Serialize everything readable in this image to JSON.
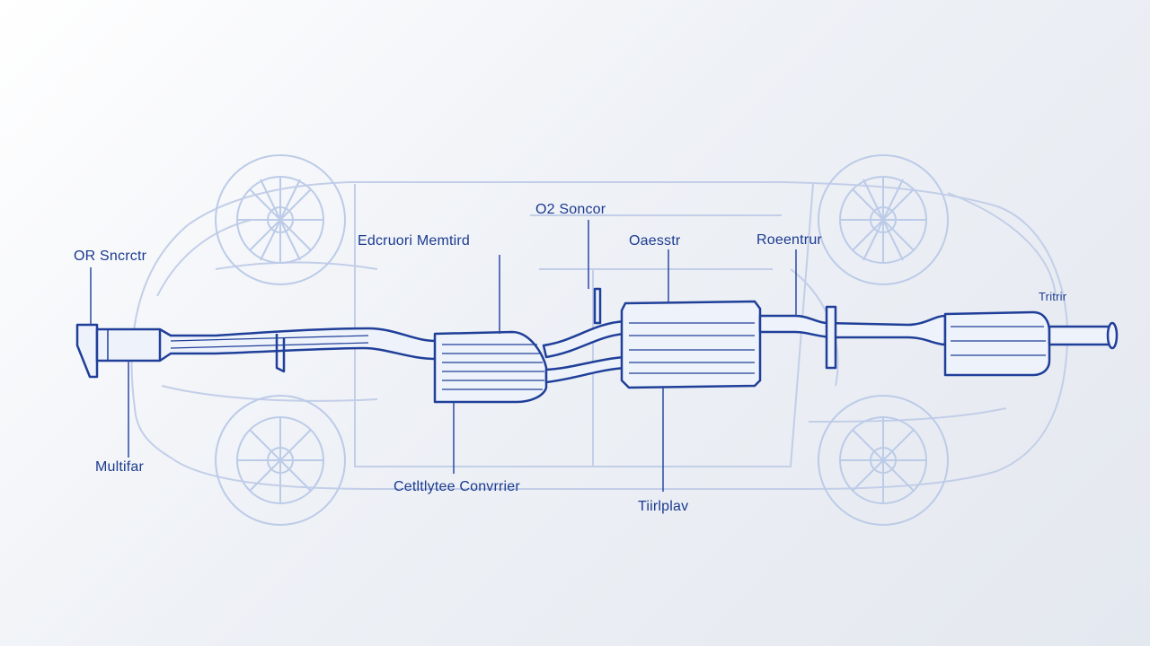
{
  "labels": {
    "o2_sensor_left": "OR Sncrctr",
    "exhaust_manifold": "Edcruori Memtird",
    "o2_sensor_top": "O2 Soncor",
    "gasestr": "Oaesstr",
    "resonator": "Roeentrur",
    "tail": "Tritrir",
    "muffler": "Multifar",
    "catalytic_converter": "Cetltlytee Convrrier",
    "tailpipe": "Tiirlplav"
  },
  "colors": {
    "line_dark": "#1f3f99",
    "line_light": "#b9c7e6",
    "label": "#1b3a8f"
  }
}
